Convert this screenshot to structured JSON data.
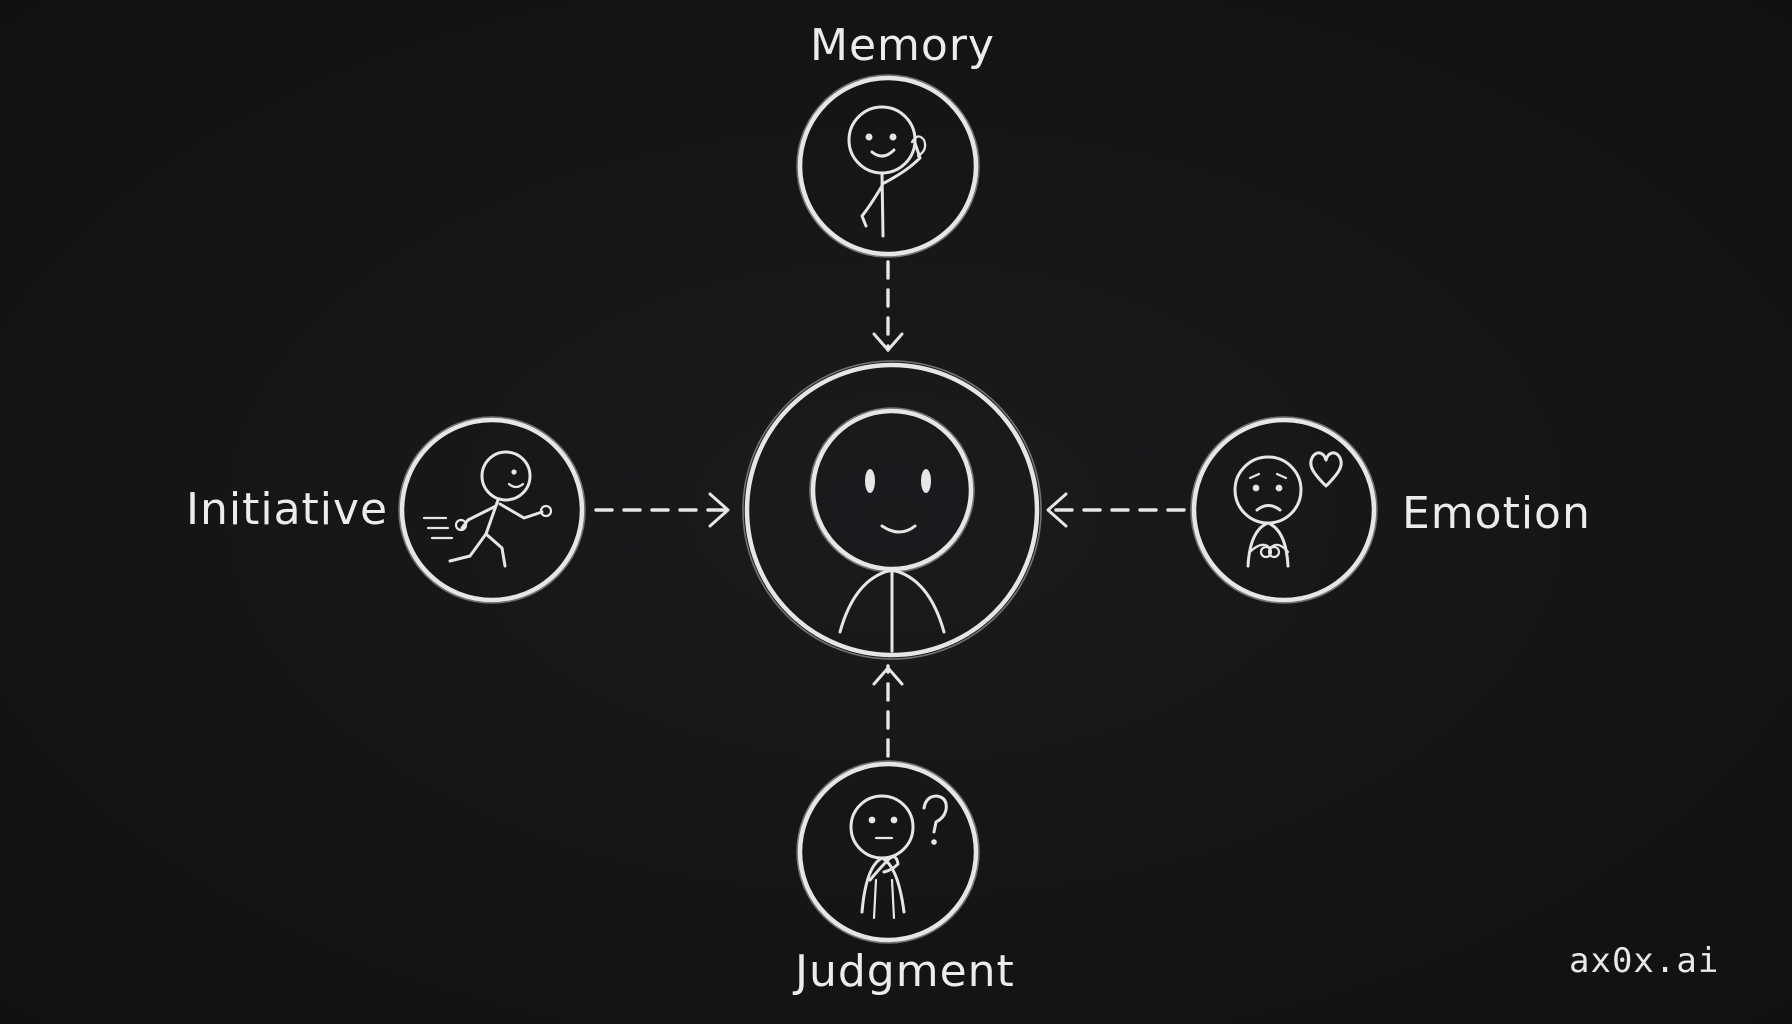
{
  "nodes": {
    "top": {
      "label": "Memory",
      "icon": "thinking-hand-head-icon"
    },
    "left": {
      "label": "Initiative",
      "icon": "running-person-icon"
    },
    "right": {
      "label": "Emotion",
      "icon": "sad-face-heart-icon"
    },
    "bottom": {
      "label": "Judgment",
      "icon": "question-chin-icon"
    },
    "center": {
      "icon": "smiling-person-icon"
    }
  },
  "brand": {
    "text": "ax0x.ai"
  },
  "colors": {
    "background": "#141416",
    "chalk": "#e6e6e6"
  }
}
